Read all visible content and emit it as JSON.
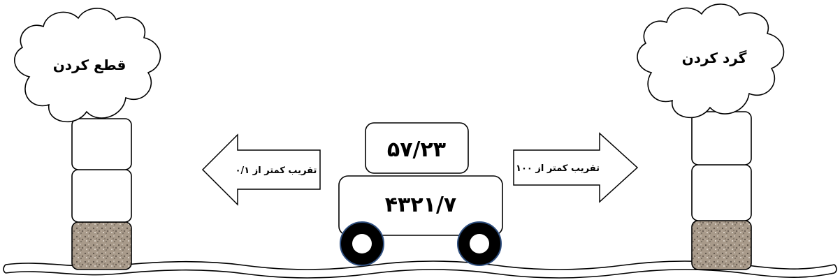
{
  "left_tower": {
    "cloud_label": "قطع کردن"
  },
  "right_tower": {
    "cloud_label": "گرد کردن"
  },
  "cart": {
    "top_box_value": "۵۷/۲۳",
    "body_value": "۴۳۲۱/۷"
  },
  "left_arrow": {
    "label": "تقریب کمتر از ۰/۱",
    "direction": "left"
  },
  "right_arrow": {
    "label": "تقریب کمتر از ۱۰۰",
    "direction": "right"
  },
  "colors": {
    "outline": "#000000",
    "wheel_rim": "#2f4f7f",
    "wheel_hub": "#ffffff",
    "gravel_base": "#a89a8a"
  }
}
